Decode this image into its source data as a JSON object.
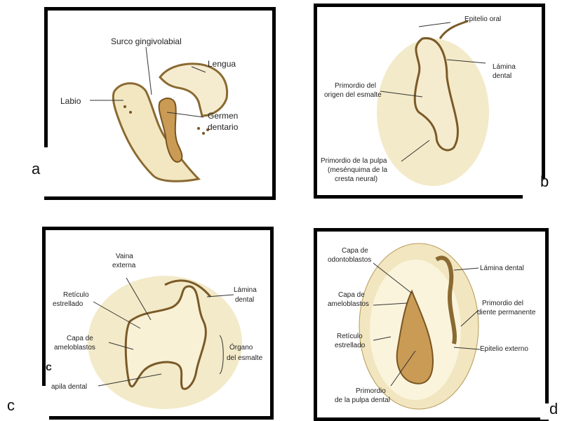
{
  "panels": {
    "a": {
      "letter": "a",
      "labels": {
        "surco": "Surco gingivolabial",
        "lengua": "Lengua",
        "labio": "Labio",
        "germen1": "Germen",
        "germen2": "dentario"
      }
    },
    "b": {
      "letter": "b",
      "labels": {
        "epitelio": "Epitelio oral",
        "lamina1": "Lámina",
        "lamina2": "dental",
        "primordio1": "Primordio del",
        "primordio2": "origen del esmalte",
        "pulpa1": "Primordio de la pulpa",
        "pulpa2": "(mesénquima de la",
        "pulpa3": "cresta neural)"
      }
    },
    "c": {
      "letter": "c",
      "inner_letter": "c",
      "labels": {
        "vaina1": "Vaina",
        "vaina2": "externa",
        "reticulo1": "Retículo",
        "reticulo2": "estrellado",
        "lamina1": "Lámina",
        "lamina2": "dental",
        "capa1": "Capa de",
        "capa2": "ameloblastos",
        "organo1": "Órgano",
        "organo2": "del esmalte",
        "papila": "apila dental"
      }
    },
    "d": {
      "letter": "d",
      "labels": {
        "odonto1": "Capa de",
        "odonto2": "odontoblastos",
        "lamina": "Lámina dental",
        "amelo1": "Capa de",
        "amelo2": "ameloblastos",
        "permanente1": "Primordio del",
        "permanente2": "diente permanente",
        "reticulo1": "Retículo",
        "reticulo2": "estrellado",
        "epitelio": "Epitelio externo",
        "pulpa1": "Primordio",
        "pulpa2": "de la pulpa dental"
      }
    }
  }
}
